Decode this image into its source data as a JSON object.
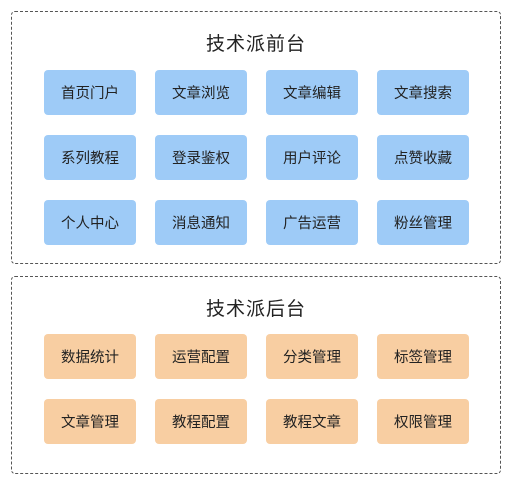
{
  "frontend": {
    "title": "技术派前台",
    "items": [
      "首页门户",
      "文章浏览",
      "文章编辑",
      "文章搜索",
      "系列教程",
      "登录鉴权",
      "用户评论",
      "点赞收藏",
      "个人中心",
      "消息通知",
      "广告运营",
      "粉丝管理"
    ],
    "color": "#9ecbf7"
  },
  "backend": {
    "title": "技术派后台",
    "items": [
      "数据统计",
      "运营配置",
      "分类管理",
      "标签管理",
      "文章管理",
      "教程配置",
      "教程文章",
      "权限管理"
    ],
    "color": "#f8cea2"
  }
}
